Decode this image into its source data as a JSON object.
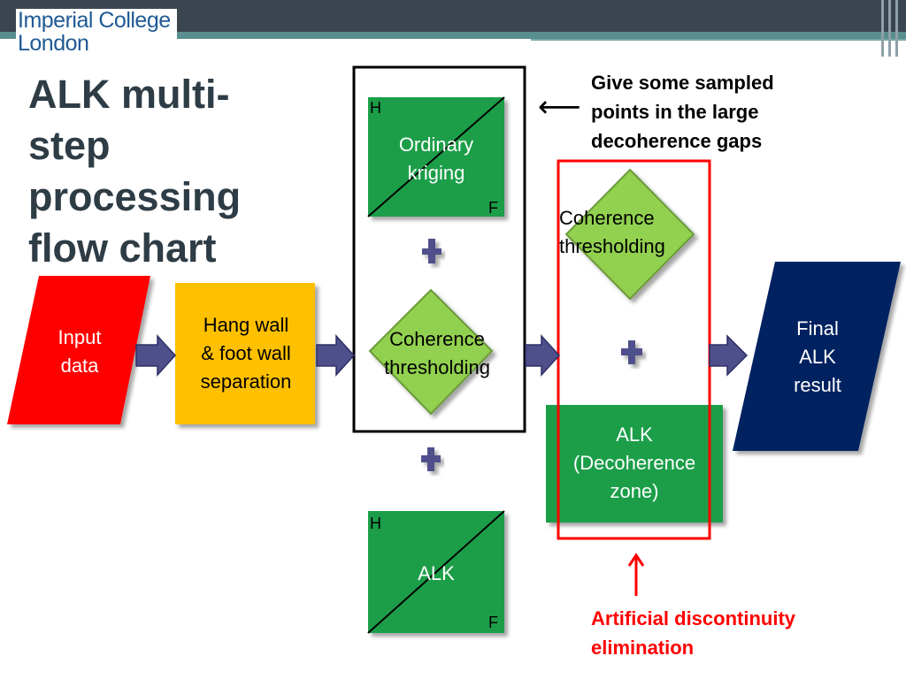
{
  "header": {
    "logo_line1": "Imperial College",
    "logo_line2": "London"
  },
  "title": {
    "line1": "ALK multi-",
    "line2": "step",
    "line3": "processing",
    "line4": "flow chart"
  },
  "input": {
    "line1": "Input",
    "line2": "data"
  },
  "separation": {
    "line1": "Hang wall",
    "line2": "& foot wall",
    "line3": "separation"
  },
  "kriging": {
    "line1": "Ordinary",
    "line2": "kriging",
    "h": "H",
    "f": "F"
  },
  "coherence1": {
    "line1": "Coherence",
    "line2": "thresholding"
  },
  "alk_box": {
    "label": "ALK",
    "h": "H",
    "f": "F"
  },
  "coherence2": {
    "line1": "Coherence",
    "line2": "thresholding"
  },
  "alk_decoherence": {
    "line1": "ALK",
    "line2": "(Decoherence",
    "line3": "zone)"
  },
  "final": {
    "line1": "Final",
    "line2": "ALK",
    "line3": "result"
  },
  "note_top": {
    "arrow": "⟵",
    "line1": "Give some sampled",
    "line2": "points in the large",
    "line3": "decoherence gaps"
  },
  "note_bottom": {
    "line1": "Artificial discontinuity",
    "line2": "elimination"
  },
  "colors": {
    "green": "#1e9e48",
    "light_green": "#92d050",
    "red": "#ff0000",
    "orange": "#ffc000",
    "navy": "#002060",
    "arrow": "#4f4f8c"
  }
}
